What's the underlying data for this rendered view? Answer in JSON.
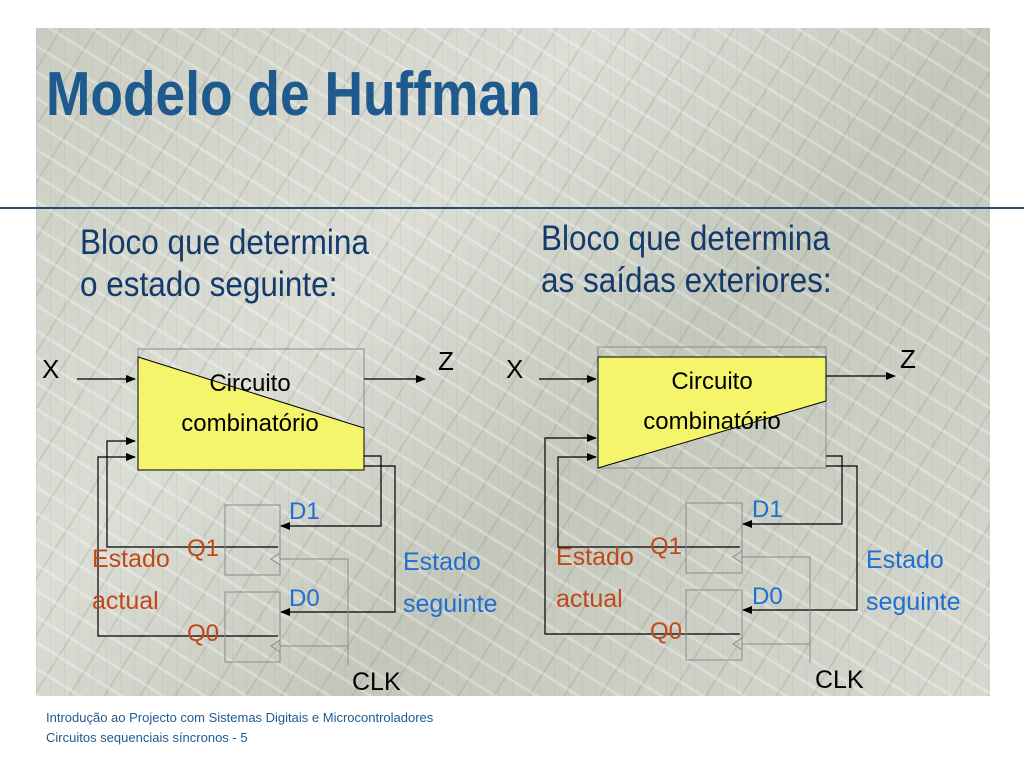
{
  "title": "Modelo de Huffman",
  "left": {
    "heading_line1": "Bloco que determina",
    "heading_line2": "o estado seguinte:"
  },
  "right": {
    "heading_line1": "Bloco que determina",
    "heading_line2": "as saídas exteriores:"
  },
  "diagram": {
    "input_label": "X",
    "output_label": "Z",
    "block_line1": "Circuito",
    "block_line2": "combinatório",
    "d1_label": "D1",
    "d0_label": "D0",
    "q1_label": "Q1",
    "q0_label": "Q0",
    "current_state_line1": "Estado",
    "current_state_line2": "actual",
    "next_state_line1": "Estado",
    "next_state_line2": "seguinte",
    "clock_label": "CLK"
  },
  "colors": {
    "title": "#1f5a8e",
    "block_fill": "#f4f56a",
    "current_state": "#c0481a",
    "next_state": "#1f6fd0",
    "q_labels": "#c0481a",
    "d_labels": "#1f6fd0"
  },
  "footer": {
    "line1": "Introdução ao Projecto com Sistemas Digitais e Microcontroladores",
    "line2": "Circuitos sequenciais síncronos - 5"
  }
}
